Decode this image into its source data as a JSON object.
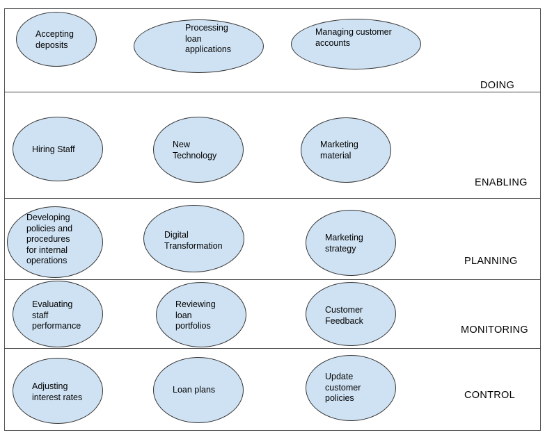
{
  "rows": [
    {
      "label": "DOING",
      "items": [
        "Accepting\ndeposits",
        "Processing\nloan\napplications",
        "Managing customer\naccounts"
      ]
    },
    {
      "label": "ENABLING",
      "items": [
        "Hiring Staff",
        "New\nTechnology",
        "Marketing\nmaterial"
      ]
    },
    {
      "label": "PLANNING",
      "items": [
        "Developing\npolicies and\nprocedures\nfor internal\noperations",
        "Digital\nTransformation",
        "Marketing\nstrategy"
      ]
    },
    {
      "label": "MONITORING",
      "items": [
        "Evaluating\nstaff\nperformance",
        "Reviewing\nloan\nportfolios",
        "Customer\nFeedback"
      ]
    },
    {
      "label": "CONTROL",
      "items": [
        "Adjusting\ninterest rates",
        "Loan plans",
        "Update\ncustomer\npolicies"
      ]
    }
  ],
  "colors": {
    "oval_fill": "#cfe2f3",
    "oval_stroke": "#333333",
    "line": "#444444"
  }
}
